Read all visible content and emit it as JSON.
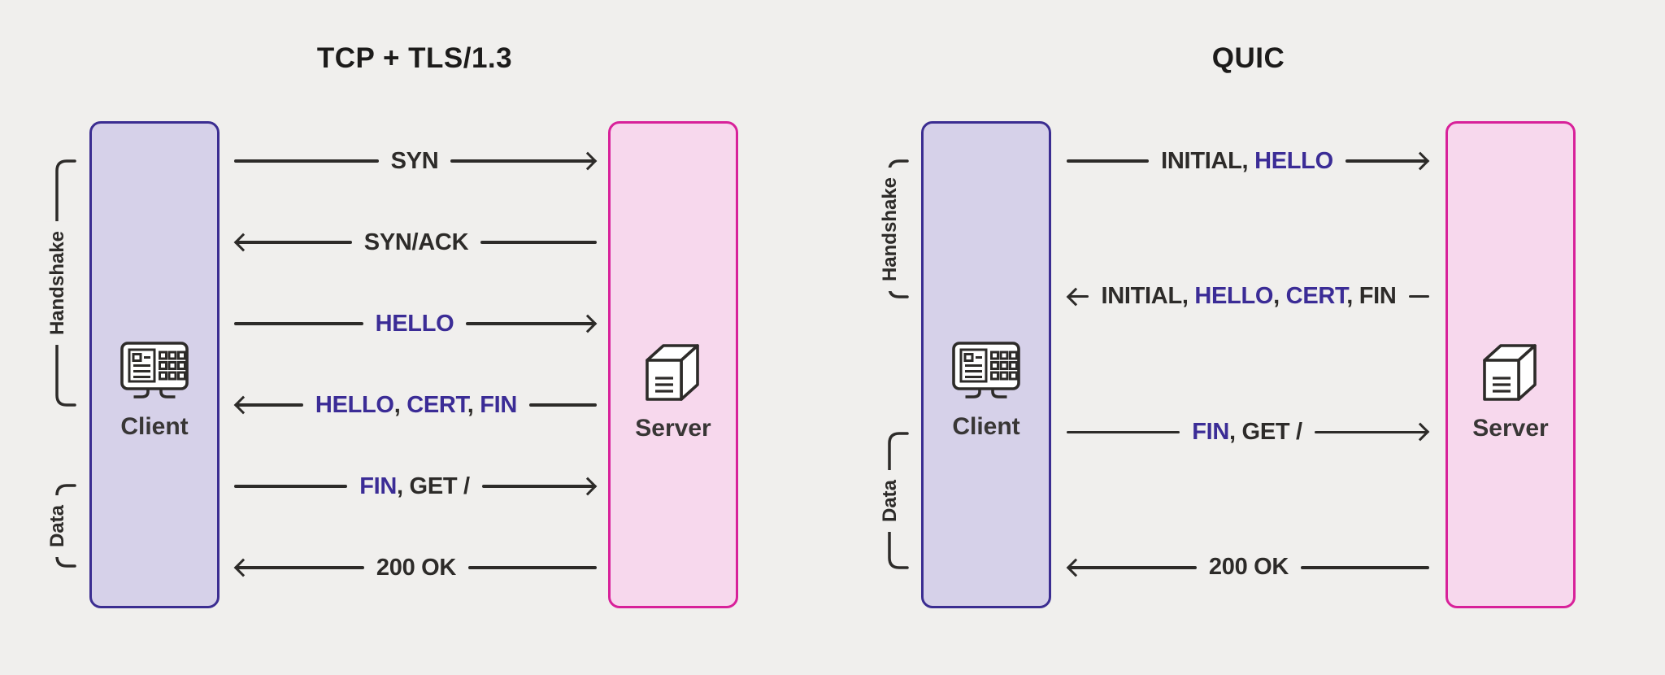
{
  "background": "#f0efed",
  "colors": {
    "accent": "#3b2c96",
    "line": "#2d2b29",
    "client_fill": "#d6d1e9",
    "client_border": "#3b2d91",
    "server_fill": "#f7d8ed",
    "server_border": "#d8219a"
  },
  "diagrams": [
    {
      "title": "TCP + TLS/1.3",
      "client": {
        "label": "Client",
        "icon": "browser-monitor-icon"
      },
      "server": {
        "label": "Server",
        "icon": "server-box-icon"
      },
      "brackets": [
        {
          "label": "Handshake",
          "covers_messages": [
            1,
            4
          ]
        },
        {
          "label": "Data",
          "covers_messages": [
            5,
            6
          ]
        }
      ],
      "messages": [
        {
          "direction": "right",
          "segments": [
            {
              "text": "SYN",
              "color": "line"
            }
          ]
        },
        {
          "direction": "left",
          "segments": [
            {
              "text": "SYN/ACK",
              "color": "line"
            }
          ]
        },
        {
          "direction": "right",
          "segments": [
            {
              "text": "HELLO",
              "color": "accent"
            }
          ]
        },
        {
          "direction": "left",
          "segments": [
            {
              "text": "HELLO",
              "color": "accent"
            },
            {
              "text": ", ",
              "color": "line"
            },
            {
              "text": "CERT",
              "color": "accent"
            },
            {
              "text": ", ",
              "color": "line"
            },
            {
              "text": "FIN",
              "color": "accent"
            }
          ]
        },
        {
          "direction": "right",
          "segments": [
            {
              "text": "FIN",
              "color": "accent"
            },
            {
              "text": ", GET /",
              "color": "line"
            }
          ]
        },
        {
          "direction": "left",
          "segments": [
            {
              "text": "200 OK",
              "color": "line"
            }
          ]
        }
      ]
    },
    {
      "title": "QUIC",
      "client": {
        "label": "Client",
        "icon": "browser-monitor-icon"
      },
      "server": {
        "label": "Server",
        "icon": "server-box-icon"
      },
      "brackets": [
        {
          "label": "Handshake",
          "covers_messages": [
            1,
            2
          ]
        },
        {
          "label": "Data",
          "covers_messages": [
            3,
            4
          ]
        }
      ],
      "messages": [
        {
          "direction": "right",
          "segments": [
            {
              "text": "INITIAL, ",
              "color": "line"
            },
            {
              "text": "HELLO",
              "color": "accent"
            }
          ]
        },
        {
          "direction": "left",
          "segments": [
            {
              "text": "INITIAL, ",
              "color": "line"
            },
            {
              "text": "HELLO",
              "color": "accent"
            },
            {
              "text": ", ",
              "color": "line"
            },
            {
              "text": "CERT",
              "color": "accent"
            },
            {
              "text": ", FIN",
              "color": "line"
            }
          ]
        },
        {
          "direction": "right",
          "segments": [
            {
              "text": "FIN",
              "color": "accent"
            },
            {
              "text": ", GET /",
              "color": "line"
            }
          ]
        },
        {
          "direction": "left",
          "segments": [
            {
              "text": "200 OK",
              "color": "line"
            }
          ]
        }
      ]
    }
  ]
}
